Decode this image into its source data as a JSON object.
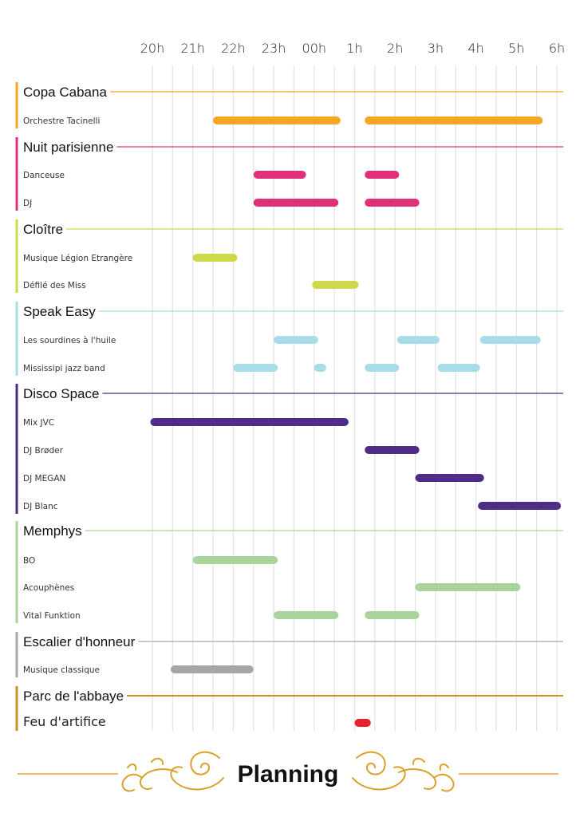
{
  "chart_data": {
    "type": "gantt",
    "title": "Planning",
    "hours": [
      "20h",
      "21h",
      "22h",
      "23h",
      "00h",
      "1h",
      "2h",
      "3h",
      "4h",
      "5h",
      "6h"
    ],
    "x_unit": "hours after 20h",
    "venues": [
      {
        "name": "Copa Cabana",
        "color": "#F5A623",
        "acts": [
          {
            "name": "Orchestre Tacinelli",
            "slots": [
              [
                1.5,
                4.65
              ],
              [
                5.25,
                9.65
              ]
            ]
          }
        ]
      },
      {
        "name": "Nuit parisienne",
        "color": "#E0307A",
        "acts": [
          {
            "name": "Danceuse",
            "slots": [
              [
                2.5,
                3.8
              ],
              [
                5.25,
                6.1
              ]
            ]
          },
          {
            "name": "DJ",
            "slots": [
              [
                2.5,
                4.6
              ],
              [
                5.25,
                6.6
              ]
            ]
          }
        ]
      },
      {
        "name": "Cloître",
        "color": "#CDD84A",
        "acts": [
          {
            "name": "Musique Légion Etrangère",
            "slots": [
              [
                1.0,
                2.1
              ]
            ]
          },
          {
            "name": "Défilé des Miss",
            "slots": [
              [
                3.95,
                5.1
              ]
            ]
          }
        ]
      },
      {
        "name": "Speak Easy",
        "color": "#A8DCE8",
        "acts": [
          {
            "name": "Les sourdines à l'huile",
            "slots": [
              [
                3.0,
                4.1
              ],
              [
                6.05,
                7.1
              ],
              [
                8.1,
                9.6
              ]
            ]
          },
          {
            "name": "Mississipi jazz band",
            "slots": [
              [
                2.0,
                3.1
              ],
              [
                4.0,
                4.3
              ],
              [
                5.25,
                6.1
              ],
              [
                7.05,
                8.1
              ]
            ]
          }
        ]
      },
      {
        "name": "Disco Space",
        "color": "#4F2C87",
        "acts": [
          {
            "name": "Mix JVC",
            "slots": [
              [
                -0.05,
                4.85
              ]
            ]
          },
          {
            "name": "DJ Brøder",
            "slots": [
              [
                5.25,
                6.6
              ]
            ]
          },
          {
            "name": "DJ MEGAN",
            "slots": [
              [
                6.5,
                8.2
              ]
            ]
          },
          {
            "name": "DJ Blanc",
            "slots": [
              [
                8.05,
                10.1
              ]
            ]
          }
        ]
      },
      {
        "name": "Memphys",
        "color": "#A9D49C",
        "acts": [
          {
            "name": "BO",
            "slots": [
              [
                1.0,
                3.1
              ]
            ]
          },
          {
            "name": "Acouphènes",
            "slots": [
              [
                6.5,
                9.1
              ]
            ]
          },
          {
            "name": "Vital Funktion",
            "slots": [
              [
                3.0,
                4.6
              ],
              [
                5.25,
                6.6
              ]
            ]
          }
        ]
      },
      {
        "name": "Escalier d'honneur",
        "color": "#A6A6A6",
        "acts": [
          {
            "name": "Musique classique",
            "slots": [
              [
                0.45,
                2.5
              ]
            ]
          }
        ]
      },
      {
        "name": "Parc de l'abbaye",
        "color": "#C8921E",
        "acts": [
          {
            "name": "Feu d'artifice",
            "slots": [
              [
                5.0,
                5.4
              ]
            ],
            "color": "#E8202A"
          }
        ]
      }
    ]
  }
}
